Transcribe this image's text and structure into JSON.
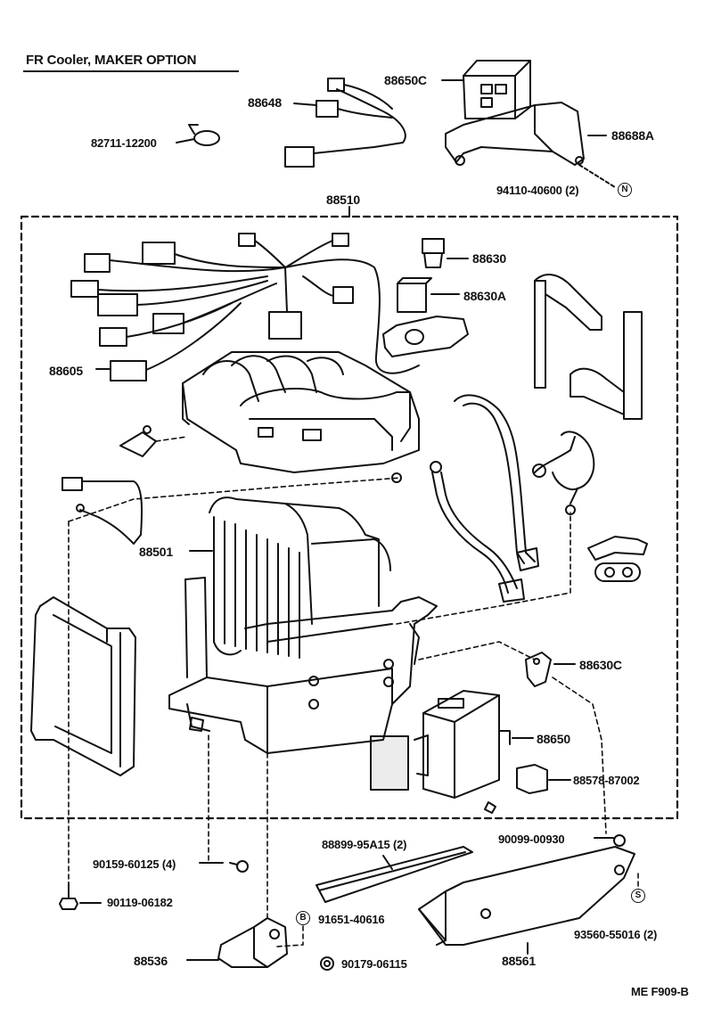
{
  "title": "FR Cooler, MAKER  OPTION",
  "figure_code": "ME  F909-B",
  "labels": {
    "p88650C": "88650C",
    "p88648": "88648",
    "p82711": "82711-12200",
    "p88688A": "88688A",
    "p94110": "94110-40600 (2)",
    "p88510": "88510",
    "p88630": "88630",
    "p88630A": "88630A",
    "p88605": "88605",
    "p88501": "88501",
    "p88630C": "88630C",
    "p88650": "88650",
    "p88578": "88578-87002",
    "p90099": "90099-00930",
    "p88899": "88899-95A15 (2)",
    "p90159": "90159-60125 (4)",
    "p90119": "90119-06182",
    "p91651": "91651-40616",
    "p93560": "93560-55016 (2)",
    "p88536": "88536",
    "p90179": "90179-06115",
    "p88561": "88561"
  },
  "markers": {
    "n": "N",
    "b": "B",
    "s": "S"
  }
}
